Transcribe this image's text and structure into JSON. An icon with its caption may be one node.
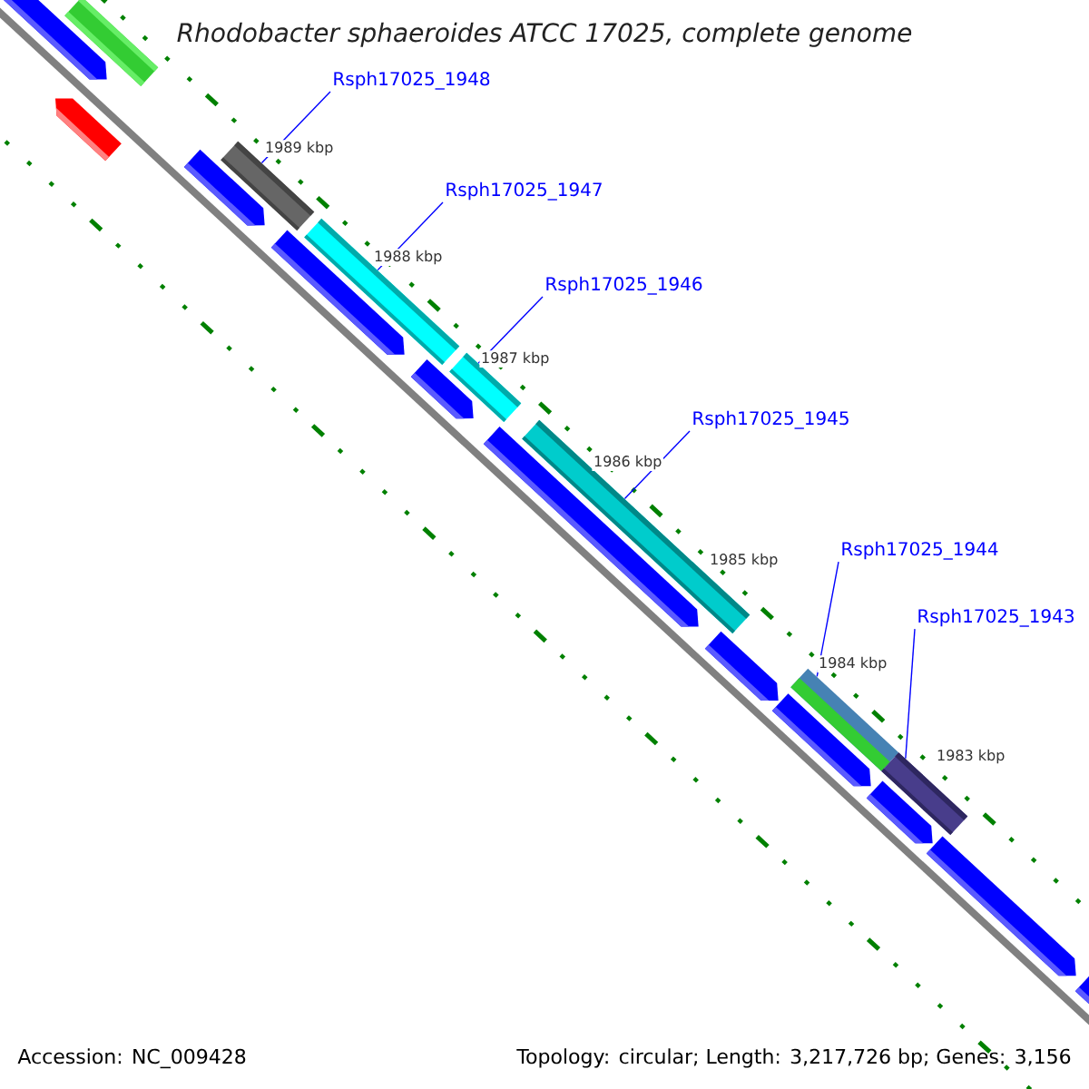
{
  "diagram": {
    "title": "Rhodobacter sphaeroides ATCC 17025, complete genome",
    "nodes": [
      {
        "text": [
          "Rsph17025_1948"
        ]
      },
      {
        "text": [
          "Rsph17025_1947"
        ]
      },
      {
        "text": [
          "Rsph17025_1946"
        ]
      },
      {
        "text": [
          "Rsph17025_1945"
        ]
      },
      {
        "text": [
          "Rsph17025_1944"
        ]
      },
      {
        "text": [
          "Rsph17025_1943"
        ]
      },
      {
        "text": [],
        "shape": "bar"
      },
      {
        "text": [],
        "shape": "bar"
      },
      {
        "text": [],
        "shape": "bar"
      },
      {
        "text": [],
        "shape": "bar"
      },
      {
        "text": [],
        "shape": "bar"
      },
      {
        "text": [],
        "shape": "bar"
      }
    ],
    "edges": [
      {
        "from": 0,
        "to": 6,
        "arrow": "none"
      },
      {
        "from": 1,
        "to": 7,
        "arrow": "none"
      },
      {
        "from": 2,
        "to": 8,
        "arrow": "none"
      },
      {
        "from": 3,
        "to": 9,
        "arrow": "none"
      },
      {
        "from": 4,
        "to": 10,
        "arrow": "none"
      },
      {
        "from": 5,
        "to": 11,
        "arrow": "none"
      }
    ],
    "labels": [
      "1989 kbp",
      "1988 kbp",
      "1987 kbp",
      "1986 kbp",
      "1985 kbp",
      "1984 kbp",
      "1983 kbp",
      "Accession: NC_009428",
      "Topology: circular; Length: 3,217,726 bp; Genes: 3,156"
    ]
  }
}
